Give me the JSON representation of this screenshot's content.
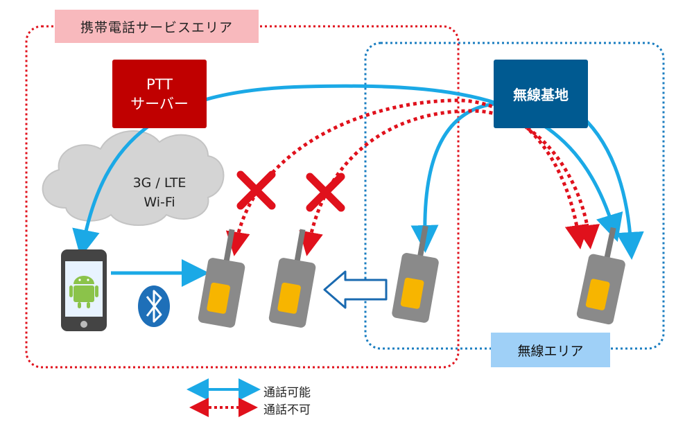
{
  "mobile_area": {
    "label": "携帯電話サービスエリア"
  },
  "ptt_server": {
    "line1": "PTT",
    "line2": "サーバー"
  },
  "base_station": {
    "label": "無線基地"
  },
  "wireless_area": {
    "label": "無線エリア"
  },
  "cloud": {
    "line1": "3G / LTE",
    "line2": "Wi-Fi"
  },
  "legend": [
    {
      "label": "通話可能",
      "style": "solid",
      "color": "#1ba9e6"
    },
    {
      "label": "通話不可",
      "style": "dotted",
      "color": "#e0111c"
    }
  ],
  "colors": {
    "mobile_area_border": "#e0111c",
    "wireless_area_border": "#1a7dc0",
    "ok_arrow": "#1ba9e6",
    "ng_arrow": "#e0111c",
    "radio_body": "#8a8a8a",
    "radio_screen": "#f7b500"
  }
}
